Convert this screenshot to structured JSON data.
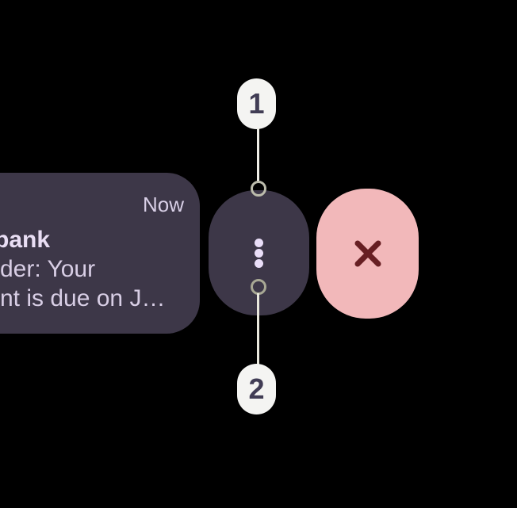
{
  "colors": {
    "background": "#000000",
    "surface": "#3d3748",
    "timestamp_text": "#d8cfe6",
    "title_text": "#e9def4",
    "body_text": "#d8cee5",
    "kebab_dots": "#eadef8",
    "dismiss_background": "#f2b8ba",
    "dismiss_x": "#671f23",
    "badge_background": "#f4f4f2",
    "badge_text": "#413d55",
    "connector_line": "#efeee7",
    "connector_ring": "#a8a894"
  },
  "notification": {
    "timestamp": "Now",
    "title": "bank",
    "body_line1": "der: Your",
    "body_line2": "nt is due on J…"
  },
  "actions": {
    "menu_icon": "kebab-menu-icon",
    "dismiss_icon": "close-icon"
  },
  "callouts": [
    {
      "label": "1"
    },
    {
      "label": "2"
    }
  ]
}
